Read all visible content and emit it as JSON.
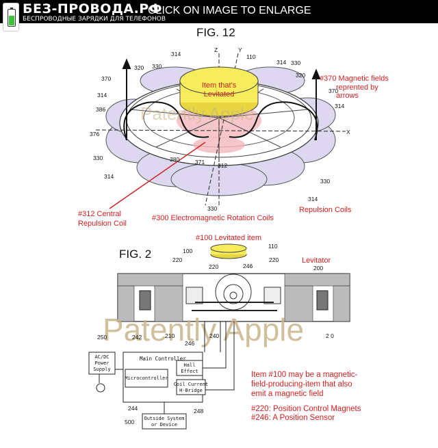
{
  "header": {
    "site_title": "БЕЗ-ПРОВОДА.РФ",
    "site_subtitle": "БЕСПРОВОДНЫЕ ЗАРЯДКИ ДЛЯ ТЕЛЕФОНОВ",
    "enlarge_text": "CLICK ON IMAGE TO ENLARGE",
    "logo_icon": "battery-charging-icon"
  },
  "watermark": "Patently Apple",
  "fig12": {
    "title": "FIG. 12",
    "item_label_1": "Item that's",
    "item_label_2": "Levitated",
    "axis_z": "Z",
    "axis_y": "Y",
    "axis_x": "X",
    "ref_110": "110",
    "ref_314a": "314",
    "ref_314b": "314",
    "ref_314c": "314",
    "ref_314d": "314",
    "ref_314e": "314",
    "ref_314f": "314",
    "ref_320a": "320",
    "ref_320b": "320",
    "ref_330a": "330",
    "ref_330b": "330",
    "ref_330c": "330",
    "ref_330d": "330",
    "ref_330e": "330",
    "ref_370a": "370",
    "ref_370b": "370",
    "ref_386": "386",
    "ref_376": "376",
    "ref_380": "380",
    "ref_371": "371",
    "ref_312": "312",
    "note_370_1": "#370 Magnetic fields",
    "note_370_2": "reprented by",
    "note_370_3": "arrows",
    "note_312_1": "#312 Central",
    "note_312_2": "Repulsion Coil",
    "note_300": "#300 Electromagnetic Rotation Coils",
    "note_repulsion": "Repulsion Coils"
  },
  "fig2": {
    "title": "FIG. 2",
    "note_100": "#100 Levitated item",
    "levitator": "Levitator",
    "ref_100": "100",
    "ref_110": "110",
    "ref_200": "200",
    "ref_220a": "220",
    "ref_220b": "220",
    "ref_220c": "220",
    "ref_246a": "246",
    "ref_246b": "246",
    "ref_250": "250",
    "ref_242": "242",
    "ref_210": "210",
    "ref_240": "240",
    "ref_244": "244",
    "ref_248": "248",
    "ref_500": "500",
    "ref_2x0": "2 0",
    "power_1": "AC/DC",
    "power_2": "Power",
    "power_3": "Supply",
    "main_controller": "Main Controller",
    "microcontroller": "Microcontroller",
    "hall_1": "Hall",
    "hall_2": "Effect",
    "coil_1": "Coil Current",
    "coil_2": "H-Bridge",
    "outside_1": "Outside System",
    "outside_2": "or Device",
    "note_item_1": "Item #100 may be a magnetic-",
    "note_item_2": "field-producing-item that also",
    "note_item_3": "emit a magnetic field",
    "note_220": "#220: Position Control Magnets",
    "note_246": "#246: A Position Sensor"
  },
  "colors": {
    "annotation_red": "#d42020",
    "item_yellow": "#f7ec5c",
    "coil_lavender": "#ddd8f0",
    "pink_field": "#f4b8be",
    "watermark": "#c8b48a"
  }
}
